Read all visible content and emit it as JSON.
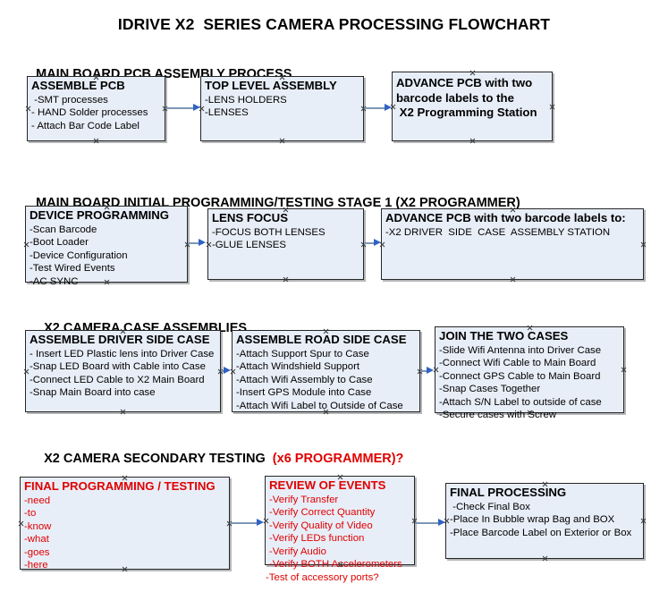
{
  "title": "IDRIVE X2  SERIES CAMERA PROCESSING FLOWCHART",
  "accent_color": "#e00000",
  "box_fill": "#e8eef8",
  "box_border": "#262626",
  "connector_color": "#7d97b5",
  "arrow_color": "#2f62c4",
  "sections": [
    {
      "id": "main-board-pcb-assembly",
      "heading": "MAIN BOARD PCB ASSEMBLY PROCESS",
      "heading_accent": "",
      "nodes": [
        {
          "id": "assemble-pcb",
          "title": "ASSEMBLE PCB",
          "title_color": "black",
          "lines": [
            " -SMT processes",
            "- HAND Solder processes",
            "- Attach Bar Code Label"
          ]
        },
        {
          "id": "top-level-assembly",
          "title": "TOP LEVEL ASSEMBLY",
          "title_color": "black",
          "lines": [
            "-LENS HOLDERS",
            "-LENSES"
          ]
        },
        {
          "id": "advance-pcb-to-x2-programming-station",
          "title": "ADVANCE PCB with two\nbarcode labels to the\n X2 Programming Station",
          "title_color": "black",
          "lines": []
        }
      ]
    },
    {
      "id": "main-board-initial-programming",
      "heading": "MAIN BOARD INITIAL PROGRAMMING/TESTING STAGE 1 (X2 PROGRAMMER)",
      "heading_accent": "",
      "nodes": [
        {
          "id": "device-programming",
          "title": "DEVICE PROGRAMMING",
          "title_color": "black",
          "lines": [
            "-Scan Barcode",
            "-Boot Loader",
            "-Device Configuration",
            "-Test Wired Events",
            "-AC SYNC"
          ]
        },
        {
          "id": "lens-focus",
          "title": "LENS FOCUS",
          "title_color": "black",
          "lines": [
            "-FOCUS BOTH LENSES",
            "-GLUE LENSES"
          ]
        },
        {
          "id": "advance-pcb-to-driver-side-case",
          "title": "ADVANCE PCB with two barcode labels to:",
          "title_color": "black",
          "lines": [
            "-X2 DRIVER  SIDE  CASE  ASSEMBLY STATION"
          ]
        }
      ]
    },
    {
      "id": "x2-camera-case-assemblies",
      "heading": "X2 CAMERA CASE ASSEMBLIES",
      "heading_accent": "",
      "nodes": [
        {
          "id": "assemble-driver-side-case",
          "title": "ASSEMBLE DRIVER SIDE CASE",
          "title_color": "black",
          "lines": [
            "- Insert LED Plastic lens into Driver Case",
            "-Snap LED Board with Cable into Case",
            "-Connect LED Cable to X2 Main Board",
            "-Snap Main Board into case"
          ]
        },
        {
          "id": "assemble-road-side-case",
          "title": "ASSEMBLE ROAD SIDE CASE",
          "title_color": "black",
          "lines": [
            "-Attach Support Spur to Case",
            "-Attach Windshield Support",
            "-Attach Wifi Assembly to Case",
            "-Insert GPS Module into Case",
            "-Attach Wifi Label to Outside of Case"
          ]
        },
        {
          "id": "join-the-two-cases",
          "title": "JOIN THE TWO CASES",
          "title_color": "black",
          "lines": [
            "-Slide Wifi Antenna into Driver Case",
            "-Connect Wifi Cable to Main Board",
            "-Connect GPS Cable to Main Board",
            "-Snap Cases Together",
            "-Attach S/N Label to outside of case",
            "-Secure cases with Screw"
          ]
        }
      ]
    },
    {
      "id": "x2-camera-secondary-testing",
      "heading": "X2 CAMERA SECONDARY TESTING  ",
      "heading_accent": "(x6 PROGRAMMER)?",
      "nodes": [
        {
          "id": "final-programming-testing",
          "title": "FINAL PROGRAMMING / TESTING",
          "title_color": "red",
          "lines": [
            "-need",
            "-to",
            "-know",
            "-what",
            "-goes",
            "-here"
          ]
        },
        {
          "id": "review-of-events",
          "title": "REVIEW OF EVENTS",
          "title_color": "red",
          "lines": [
            "-Verify Transfer",
            "-Verify Correct Quantity",
            "-Verify Quality of Video",
            "-Verify LEDs function",
            "-Verify Audio",
            "-Verify BOTH Accelerometers",
            "-Test of accessory ports?"
          ]
        },
        {
          "id": "final-processing",
          "title": "FINAL PROCESSING",
          "title_color": "black",
          "lines": [
            " -Check Final Box",
            "-Place In Bubble wrap Bag and BOX",
            "-Place Barcode Label on Exterior or Box"
          ]
        }
      ]
    }
  ]
}
